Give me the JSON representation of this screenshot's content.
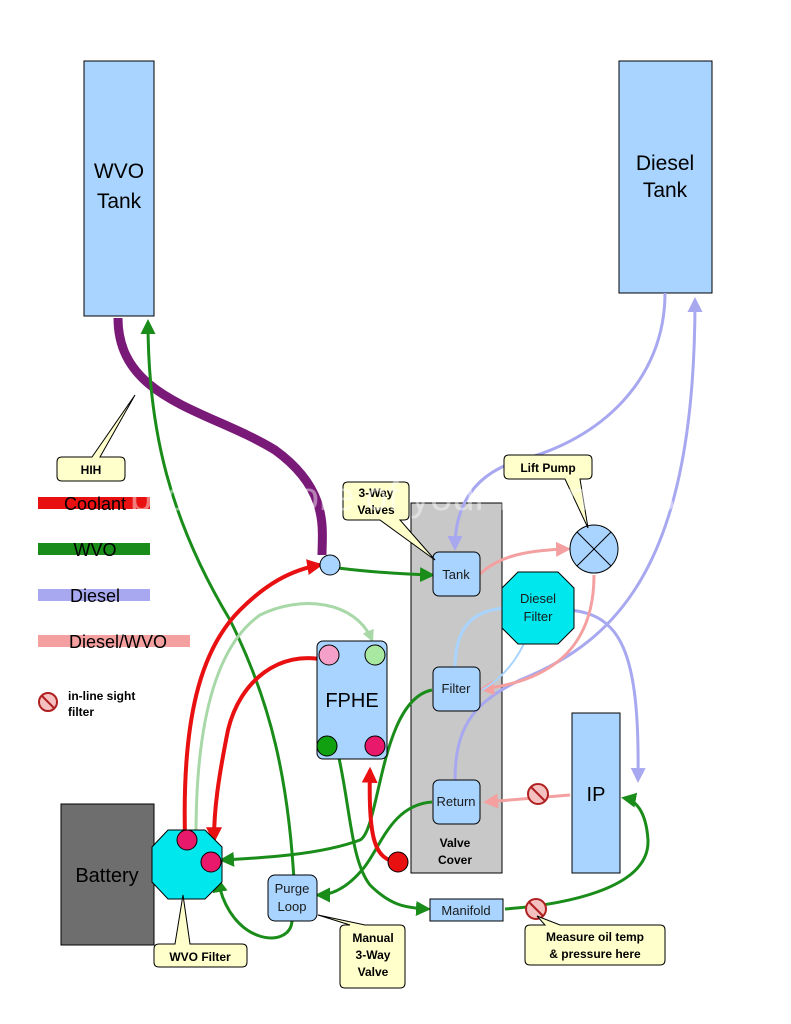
{
  "tanks": {
    "wvo_line1": "WVO",
    "wvo_line2": "Tank",
    "diesel_line1": "Diesel",
    "diesel_line2": "Tank"
  },
  "components": {
    "battery": "Battery",
    "ip": "IP",
    "fphe": "FPHE",
    "tank_valve": "Tank",
    "diesel_filter_line1": "Diesel",
    "diesel_filter_line2": "Filter",
    "filter_valve": "Filter",
    "return_valve": "Return",
    "valve_cover_line1": "Valve",
    "valve_cover_line2": "Cover",
    "purge_loop_line1": "Purge",
    "purge_loop_line2": "Loop",
    "manifold": "Manifold"
  },
  "callouts": {
    "hih": "HIH",
    "three_way_line1": "3-Way",
    "three_way_line2": "Valves",
    "lift_pump": "Lift Pump",
    "wvo_filter": "WVO Filter",
    "manual_line1": "Manual",
    "manual_line2": "3-Way",
    "manual_line3": "Valve",
    "measure_line1": "Measure oil temp",
    "measure_line2": "& pressure here"
  },
  "legend": {
    "coolant": "Coolant",
    "wvo": "WVO",
    "diesel": "Diesel",
    "diesel_wvo": "Diesel/WVO",
    "sight_filter_line1": "in-line sight",
    "sight_filter_line2": "filter"
  },
  "watermark": "protect more of your memories for less!",
  "colors": {
    "coolant": "#e81010",
    "wvo": "#1a8c1a",
    "diesel": "#a8a8f0",
    "diesel_wvo": "#f4a0a0",
    "hih": "#7a1a78",
    "tank_fill": "#a8d4ff",
    "battery_fill": "#6e6e6e",
    "valve_cover_fill": "#c8c8c8",
    "wvo_filter_fill": "#00e8ee",
    "callout_fill": "#ffffcc"
  }
}
